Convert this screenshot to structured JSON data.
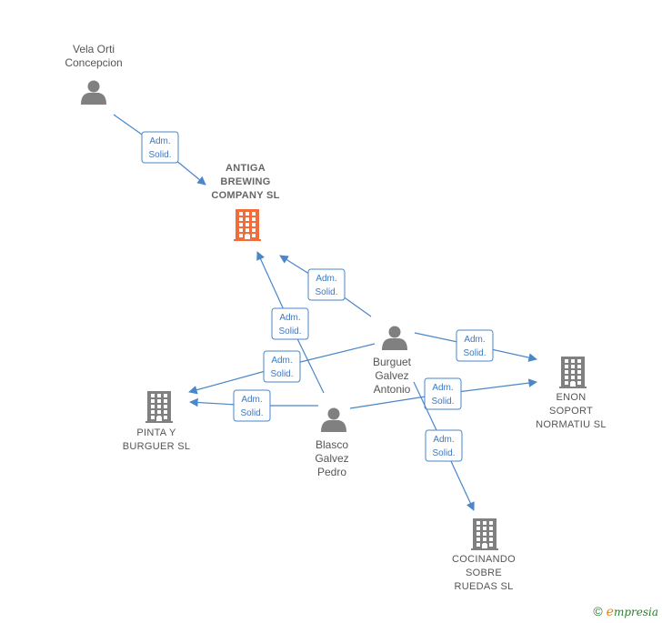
{
  "nodes": {
    "vela": {
      "label": "Vela Orti\nConcepcion"
    },
    "antiga": {
      "label": "ANTIGA\nBREWING\nCOMPANY  SL"
    },
    "burguet": {
      "label": "Burguet\nGalvez\nAntonio"
    },
    "blasco": {
      "label": "Blasco\nGalvez\nPedro"
    },
    "pinta": {
      "label": "PINTA Y\nBURGUER  SL"
    },
    "enon": {
      "label": "ENON\nSOPORT\nNORMATIU SL"
    },
    "cocinando": {
      "label": "COCINANDO\nSOBRE\nRUEDAS  SL"
    }
  },
  "edge_label": "Adm.\nSolid.",
  "edges": [
    {
      "from": "vela",
      "to": "antiga",
      "label": "Adm.\nSolid."
    },
    {
      "from": "burguet",
      "to": "antiga",
      "label": "Adm.\nSolid."
    },
    {
      "from": "blasco",
      "to": "antiga",
      "label": "Adm.\nSolid."
    },
    {
      "from": "burguet",
      "to": "pinta",
      "label": "Adm.\nSolid."
    },
    {
      "from": "blasco",
      "to": "pinta",
      "label": "Adm.\nSolid."
    },
    {
      "from": "burguet",
      "to": "enon",
      "label": "Adm.\nSolid."
    },
    {
      "from": "blasco",
      "to": "enon",
      "label": "Adm.\nSolid."
    },
    {
      "from": "burguet",
      "to": "cocinando",
      "label": "Adm.\nSolid."
    }
  ],
  "watermark": {
    "copyright": "©",
    "brand_initial": "e",
    "brand_rest": "mpresia"
  },
  "colors": {
    "edge": "#4a86c8",
    "person": "#808080",
    "company": "#808080",
    "main_company": "#f26b3a",
    "box_text": "#3b78c2"
  }
}
